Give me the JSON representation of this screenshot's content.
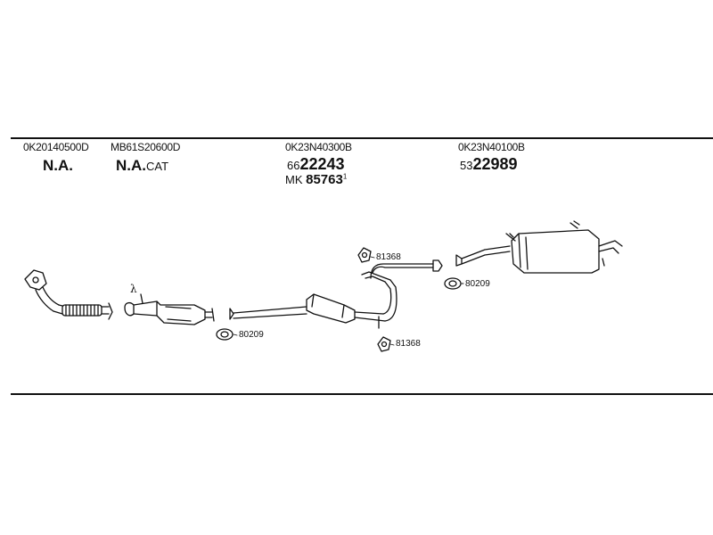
{
  "columns": [
    {
      "part_number": "0K20140500D",
      "variant": "N.A.",
      "suffix": ""
    },
    {
      "part_number": "MB61S20600D",
      "variant": "N.A.",
      "suffix": "CAT"
    },
    {
      "part_number": "0K23N40300B",
      "ref_prefix": "66",
      "ref_number": "22243",
      "mk_label": "MK",
      "mk_number": "85763",
      "mk_sup": "1"
    },
    {
      "part_number": "0K23N40100B",
      "ref_prefix": "53",
      "ref_number": "22989"
    }
  ],
  "lambda_symbol": "λ",
  "callouts": {
    "gasket_left": "80209",
    "gasket_right": "80209",
    "clamp_top": "81368",
    "clamp_bottom": "81368"
  }
}
